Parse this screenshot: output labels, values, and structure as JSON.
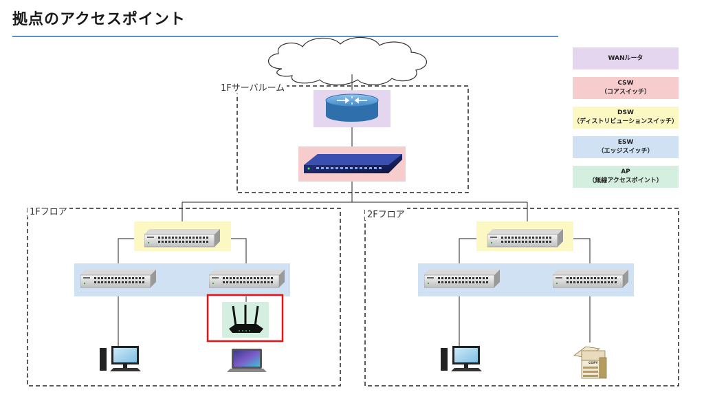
{
  "page": {
    "title": "拠点のアクセスポイント"
  },
  "zones": {
    "server_room": "1Fサーバルーム",
    "floor1": "1Fフロア",
    "floor2": "2Fフロア"
  },
  "legend": [
    {
      "line1": "WANルータ",
      "line2": "",
      "color": "#e3d6ee"
    },
    {
      "line1": "CSW",
      "line2": "（コアスイッチ）",
      "color": "#f7cccc"
    },
    {
      "line1": "DSW",
      "line2": "（ディストリビューションスイッチ）",
      "color": "#fcf8c4"
    },
    {
      "line1": "ESW",
      "line2": "（エッジスイッチ）",
      "color": "#cfe1f2"
    },
    {
      "line1": "AP",
      "line2": "（無線アクセスポイント）",
      "color": "#d4eedf"
    }
  ],
  "copier_label": "COPY"
}
